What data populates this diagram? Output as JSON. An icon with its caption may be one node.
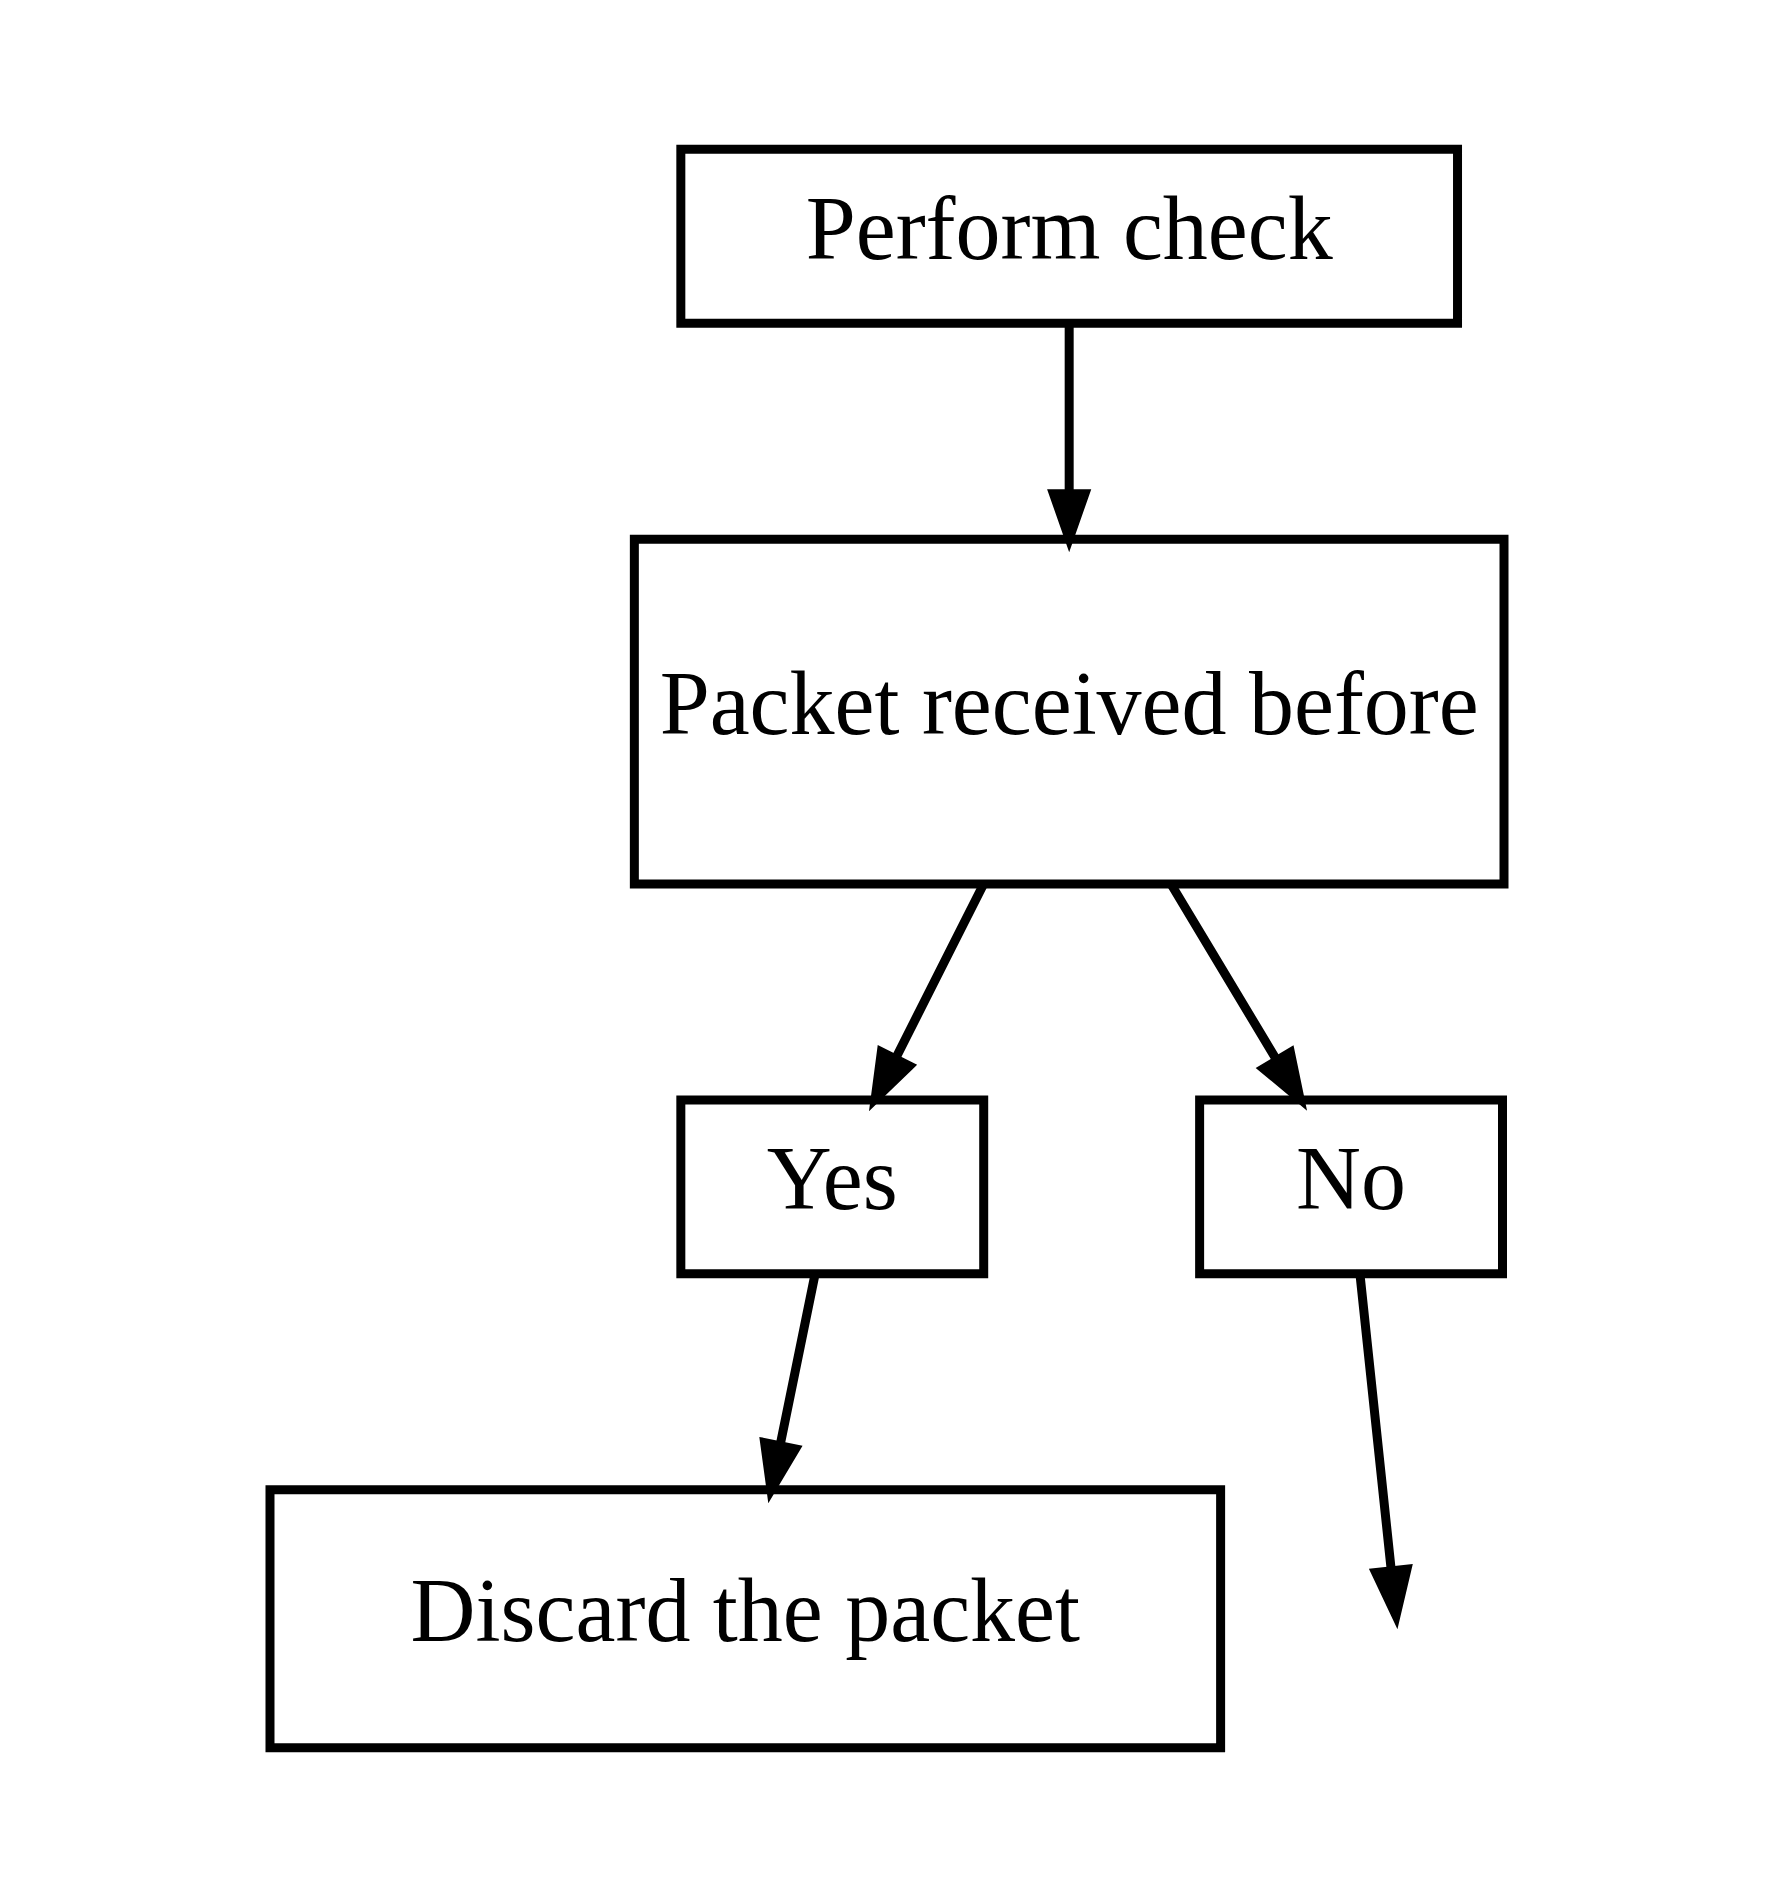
{
  "diagram": {
    "nodes": [
      {
        "text": [
          "Perform check"
        ]
      },
      {
        "text": [
          "Packet received before"
        ]
      },
      {
        "text": [
          "Yes"
        ]
      },
      {
        "text": [
          "No"
        ]
      },
      {
        "text": [
          "Discard the packet"
        ]
      }
    ],
    "edges": [
      {
        "from": 0,
        "to": 1,
        "arrow": "to"
      },
      {
        "from": 1,
        "to": 2,
        "arrow": "to"
      },
      {
        "from": 1,
        "to": 3,
        "arrow": "to"
      },
      {
        "from": 2,
        "to": 4,
        "arrow": "to"
      },
      {
        "from": 3,
        "to": null,
        "arrow": "to"
      }
    ]
  }
}
